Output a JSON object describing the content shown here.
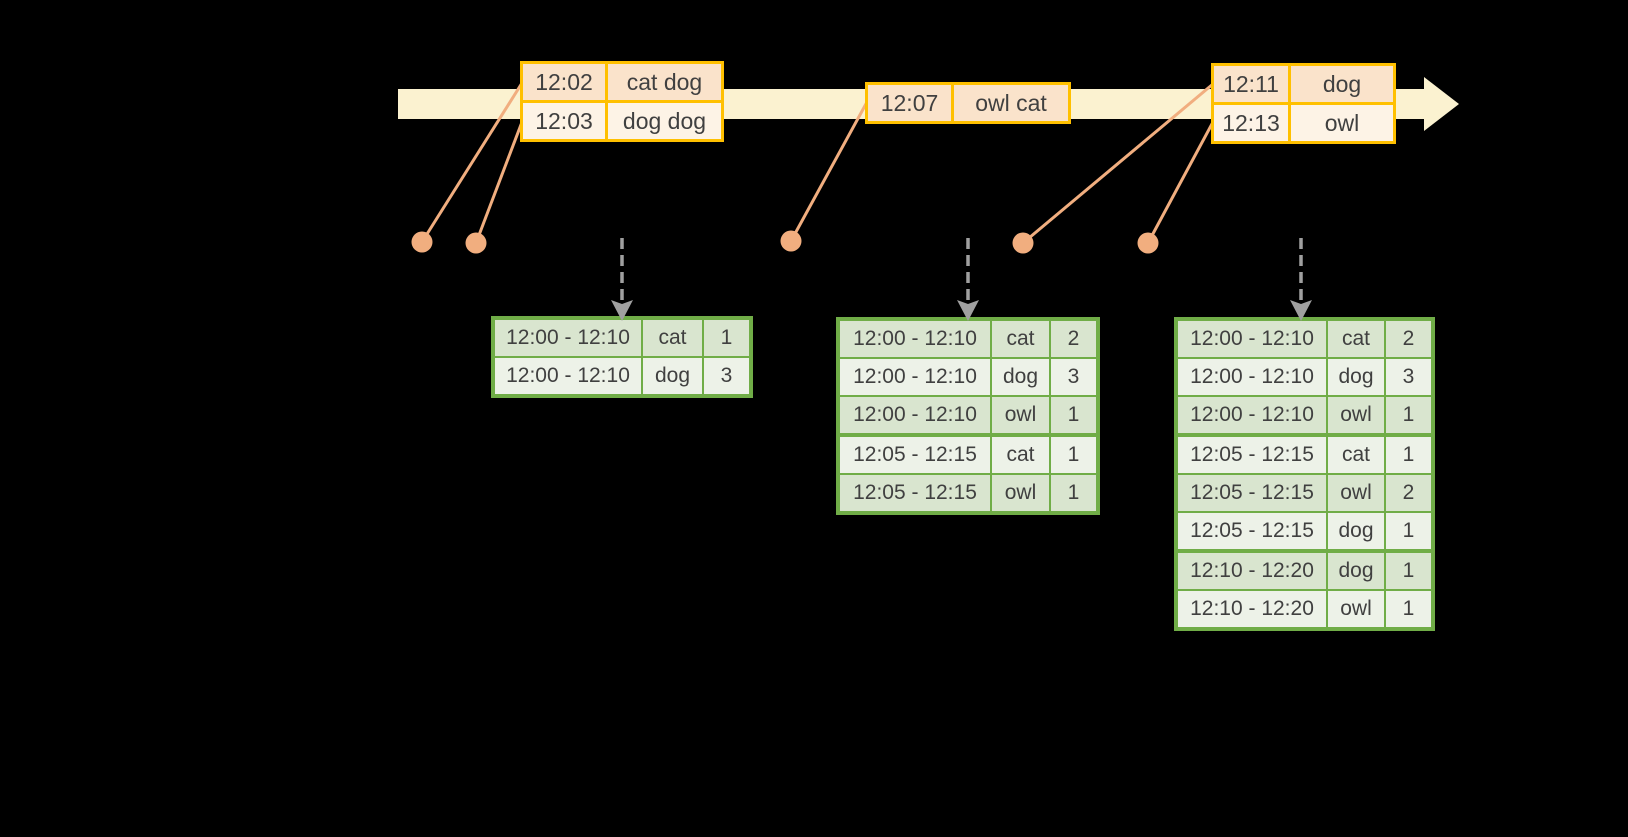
{
  "colors": {
    "background": "#000000",
    "timeline_fill": "#FBF2D0",
    "event_border": "#FFC000",
    "event_row_dark": "#FAE3CB",
    "event_row_light": "#FDF3E6",
    "connector": "#F1AE7F",
    "result_border": "#70AD47",
    "result_row_dark": "#D9E5CF",
    "result_row_light": "#EDF2E8",
    "trigger_arrow": "#A0A0A0",
    "text": "#404040"
  },
  "event_tables": [
    {
      "rows": [
        {
          "time": "12:02",
          "words": "cat dog"
        },
        {
          "time": "12:03",
          "words": "dog dog"
        }
      ]
    },
    {
      "rows": [
        {
          "time": "12:07",
          "words": "owl cat"
        }
      ]
    },
    {
      "rows": [
        {
          "time": "12:11",
          "words": "dog"
        },
        {
          "time": "12:13",
          "words": "owl"
        }
      ]
    }
  ],
  "result_tables": [
    {
      "rows": [
        {
          "window": "12:00 - 12:10",
          "word": "cat",
          "count": "1"
        },
        {
          "window": "12:00 - 12:10",
          "word": "dog",
          "count": "3"
        }
      ]
    },
    {
      "rows": [
        {
          "window": "12:00 - 12:10",
          "word": "cat",
          "count": "2"
        },
        {
          "window": "12:00 - 12:10",
          "word": "dog",
          "count": "3"
        },
        {
          "window": "12:00 - 12:10",
          "word": "owl",
          "count": "1"
        },
        {
          "window": "12:05 - 12:15",
          "word": "cat",
          "count": "1"
        },
        {
          "window": "12:05 - 12:15",
          "word": "owl",
          "count": "1"
        }
      ]
    },
    {
      "rows": [
        {
          "window": "12:00 - 12:10",
          "word": "cat",
          "count": "2"
        },
        {
          "window": "12:00 - 12:10",
          "word": "dog",
          "count": "3"
        },
        {
          "window": "12:00 - 12:10",
          "word": "owl",
          "count": "1"
        },
        {
          "window": "12:05 - 12:15",
          "word": "cat",
          "count": "1"
        },
        {
          "window": "12:05 - 12:15",
          "word": "owl",
          "count": "2"
        },
        {
          "window": "12:05 - 12:15",
          "word": "dog",
          "count": "1"
        },
        {
          "window": "12:10 - 12:20",
          "word": "dog",
          "count": "1"
        },
        {
          "window": "12:10 - 12:20",
          "word": "owl",
          "count": "1"
        }
      ]
    }
  ]
}
